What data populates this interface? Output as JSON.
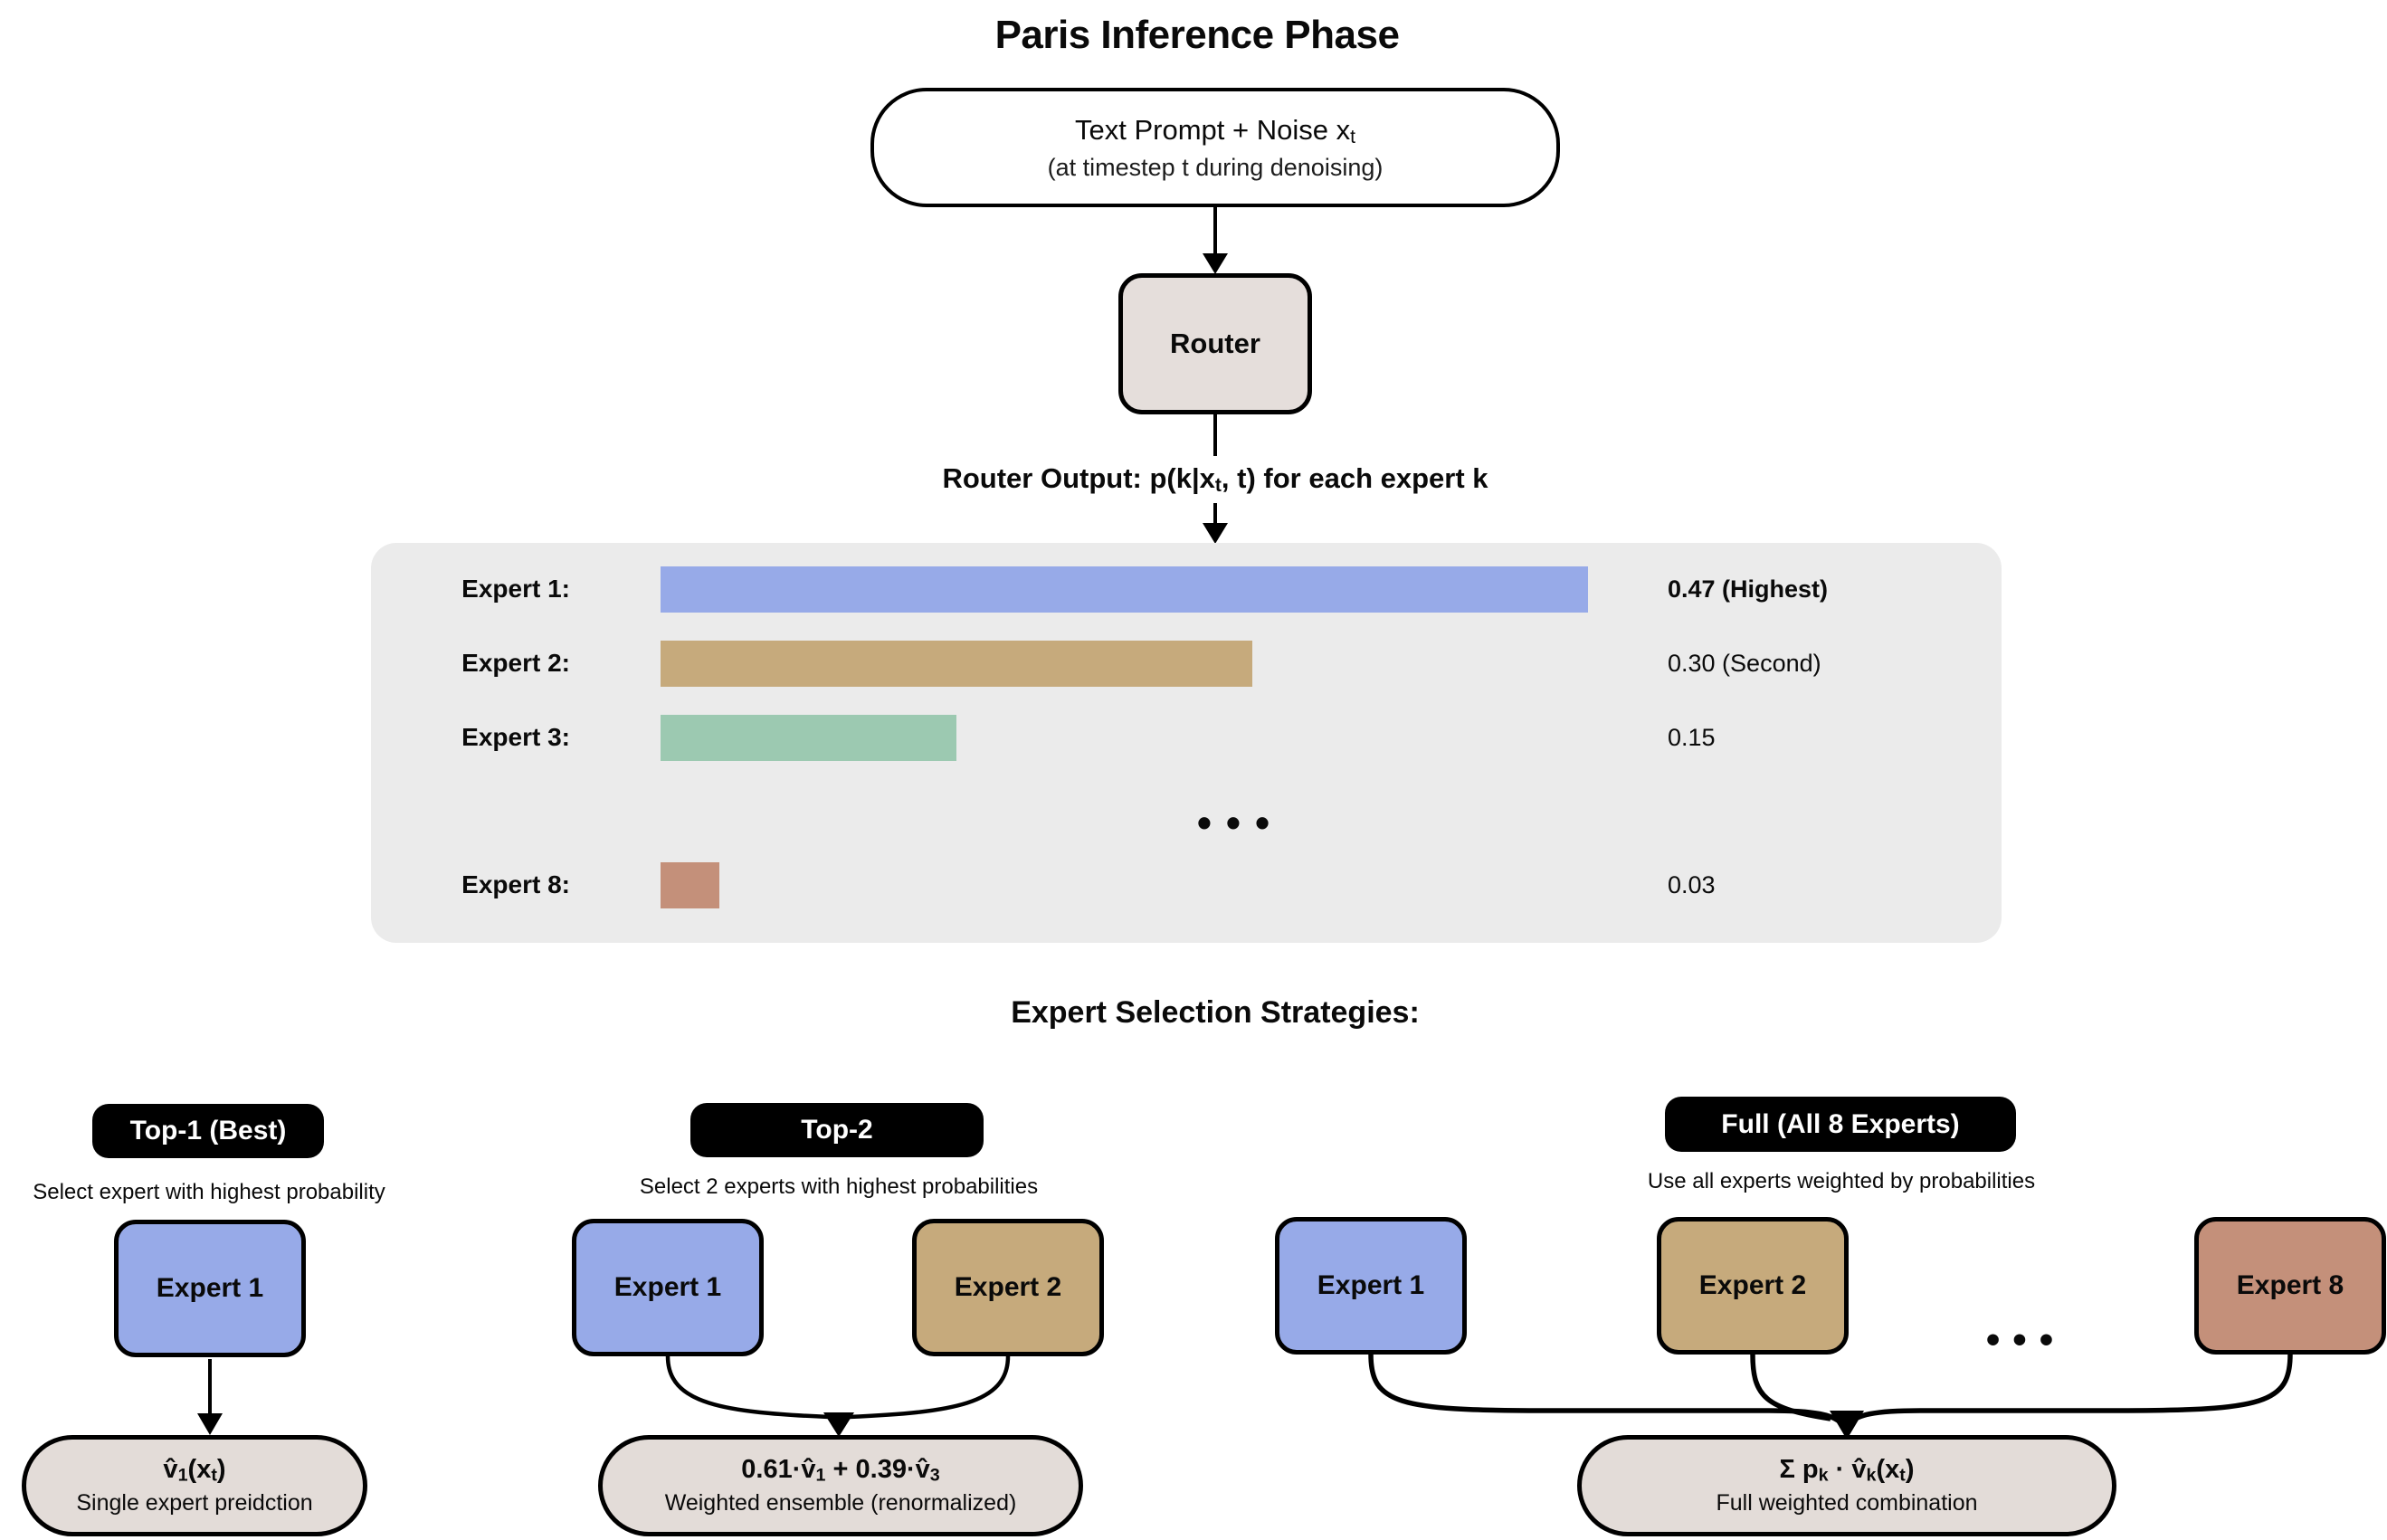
{
  "title": "Paris Inference Phase",
  "prompt_box": {
    "line1_parts": [
      {
        "t": "Text Prompt + Noise x"
      },
      {
        "s": "t"
      }
    ],
    "line2": "(at timestep t during denoising)"
  },
  "router": {
    "label": "Router"
  },
  "router_output_parts": [
    {
      "t": "Router Output: p(k|x"
    },
    {
      "s": "t"
    },
    {
      "t": ", t) for each expert k"
    }
  ],
  "probability_panel": {
    "rows": [
      {
        "label": "Expert 1:",
        "value": 0.47,
        "value_text": "0.47 (Highest)",
        "color": "#97AAE8",
        "bold": true
      },
      {
        "label": "Expert 2:",
        "value": 0.3,
        "value_text": "0.30 (Second)",
        "color": "#C6AA7C",
        "bold": false
      },
      {
        "label": "Expert 3:",
        "value": 0.15,
        "value_text": "0.15",
        "color": "#9CC9B1",
        "bold": false
      },
      {
        "label": "Expert 8:",
        "value": 0.03,
        "value_text": "0.03",
        "color": "#C4907A",
        "bold": false
      }
    ],
    "ellipsis": "•••"
  },
  "strategies_heading": "Expert Selection Strategies:",
  "strategies": [
    {
      "badge": "Top-1 (Best)",
      "caption": "Select expert with highest probability",
      "experts": [
        {
          "label": "Expert 1",
          "color": "#97AAE8"
        }
      ],
      "output_line1_parts": [
        {
          "t": "v̂"
        },
        {
          "s": "1"
        },
        {
          "t": "(x"
        },
        {
          "s": "t"
        },
        {
          "t": ")"
        }
      ],
      "output_line2": "Single expert preidction"
    },
    {
      "badge": "Top-2",
      "caption": "Select 2 experts with highest probabilities",
      "experts": [
        {
          "label": "Expert 1",
          "color": "#97AAE8"
        },
        {
          "label": "Expert 2",
          "color": "#C6AA7C"
        }
      ],
      "output_line1_parts": [
        {
          "t": "0.61·v̂"
        },
        {
          "s": "1"
        },
        {
          "t": " + 0.39·v̂"
        },
        {
          "s": "3"
        }
      ],
      "output_line2": "Weighted ensemble (renormalized)"
    },
    {
      "badge": "Full (All 8 Experts)",
      "caption": "Use all experts weighted by probabilities",
      "experts": [
        {
          "label": "Expert 1",
          "color": "#97AAE8"
        },
        {
          "label": "Expert 2",
          "color": "#C6AA7C"
        },
        {
          "label": "Expert 8",
          "color": "#C4907A"
        }
      ],
      "ellipsis": "•••",
      "output_line1_parts": [
        {
          "t": "Σ p"
        },
        {
          "s": "k"
        },
        {
          "t": " · v̂"
        },
        {
          "s": "k"
        },
        {
          "t": "(x"
        },
        {
          "s": "t"
        },
        {
          "t": ")"
        }
      ],
      "output_line2": "Full weighted combination"
    }
  ],
  "colors": {
    "node_neutral": "#E4DDD9",
    "panel_gray": "#EBEBEB",
    "expert_blue": "#97AAE8",
    "expert_tan": "#C6AA7C",
    "expert_green": "#9CC9B1",
    "expert_salmon": "#C4907A"
  }
}
